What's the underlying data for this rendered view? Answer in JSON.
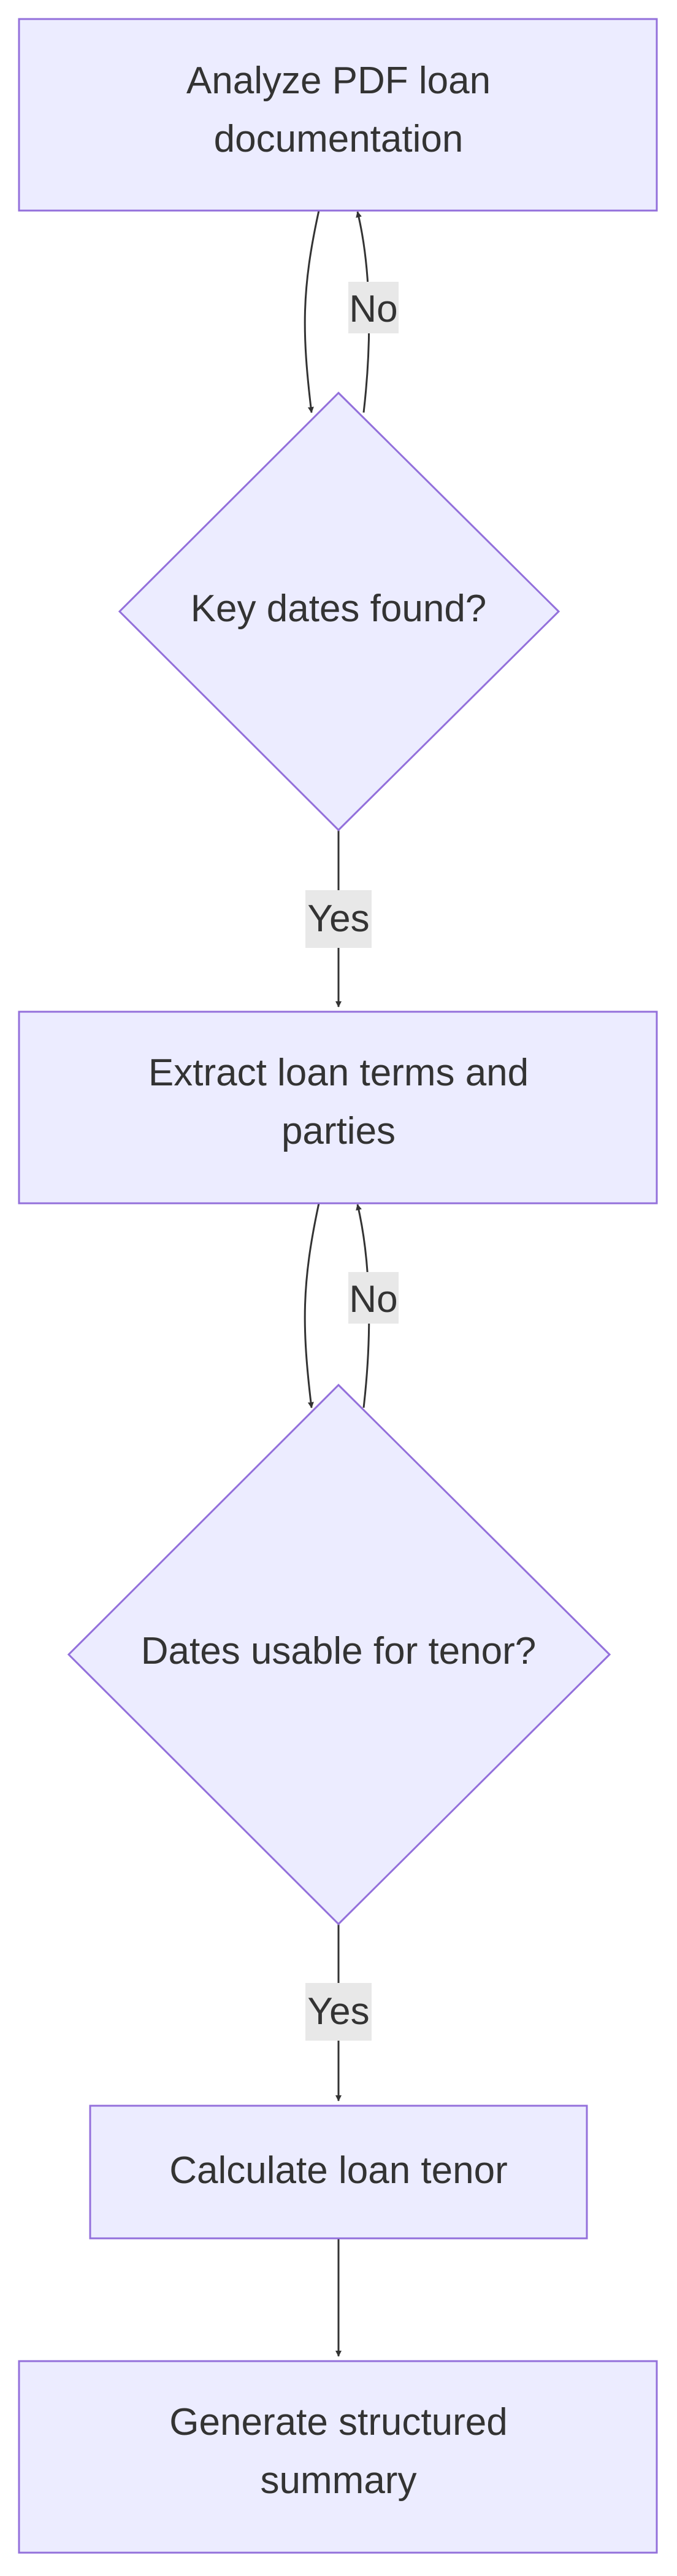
{
  "colors": {
    "node_fill": "#ececff",
    "node_stroke": "#9370db",
    "edge": "#333333",
    "edge_label_bg": "#e8e8e8",
    "text": "#333333"
  },
  "nodes": {
    "analyze": {
      "lines": [
        "Analyze PDF loan",
        "documentation"
      ]
    },
    "key_dates": {
      "lines": [
        "Key dates found?"
      ]
    },
    "extract": {
      "lines": [
        "Extract loan terms and",
        "parties"
      ]
    },
    "dates_usable": {
      "lines": [
        "Dates usable for tenor?"
      ]
    },
    "calculate": {
      "lines": [
        "Calculate loan tenor"
      ]
    },
    "summary": {
      "lines": [
        "Generate structured",
        "summary"
      ]
    }
  },
  "edges": {
    "key_dates_no": "No",
    "key_dates_yes": "Yes",
    "dates_usable_no": "No",
    "dates_usable_yes": "Yes"
  }
}
